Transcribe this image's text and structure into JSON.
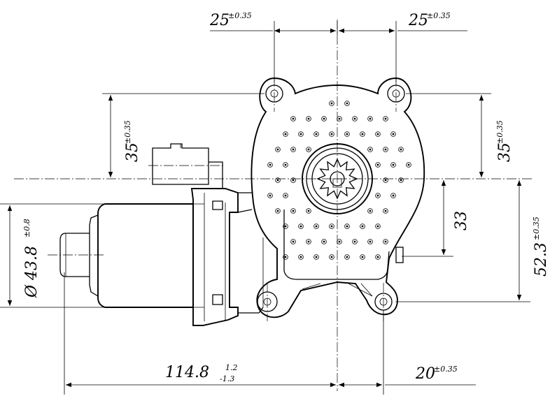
{
  "drawing": {
    "dimensions": {
      "top_left": {
        "value": "25",
        "tolerance": "±0.35"
      },
      "top_right": {
        "value": "25",
        "tolerance": "±0.35"
      },
      "left_35": {
        "value": "35",
        "tolerance": "±0.35"
      },
      "right_35": {
        "value": "35",
        "tolerance": "±0.35"
      },
      "right_33": {
        "value": "33"
      },
      "right_52": {
        "value": "52.3",
        "tolerance": "±0.35"
      },
      "diameter": {
        "value": "Ø 43.8",
        "tolerance": "±0.8"
      },
      "length": {
        "value": "114.8",
        "tol_upper": "1.2",
        "tol_lower": "-1.3"
      },
      "bottom_20": {
        "value": "20",
        "tolerance": "±0.35"
      }
    },
    "colors": {
      "line": "#000000",
      "background": "#ffffff"
    }
  }
}
